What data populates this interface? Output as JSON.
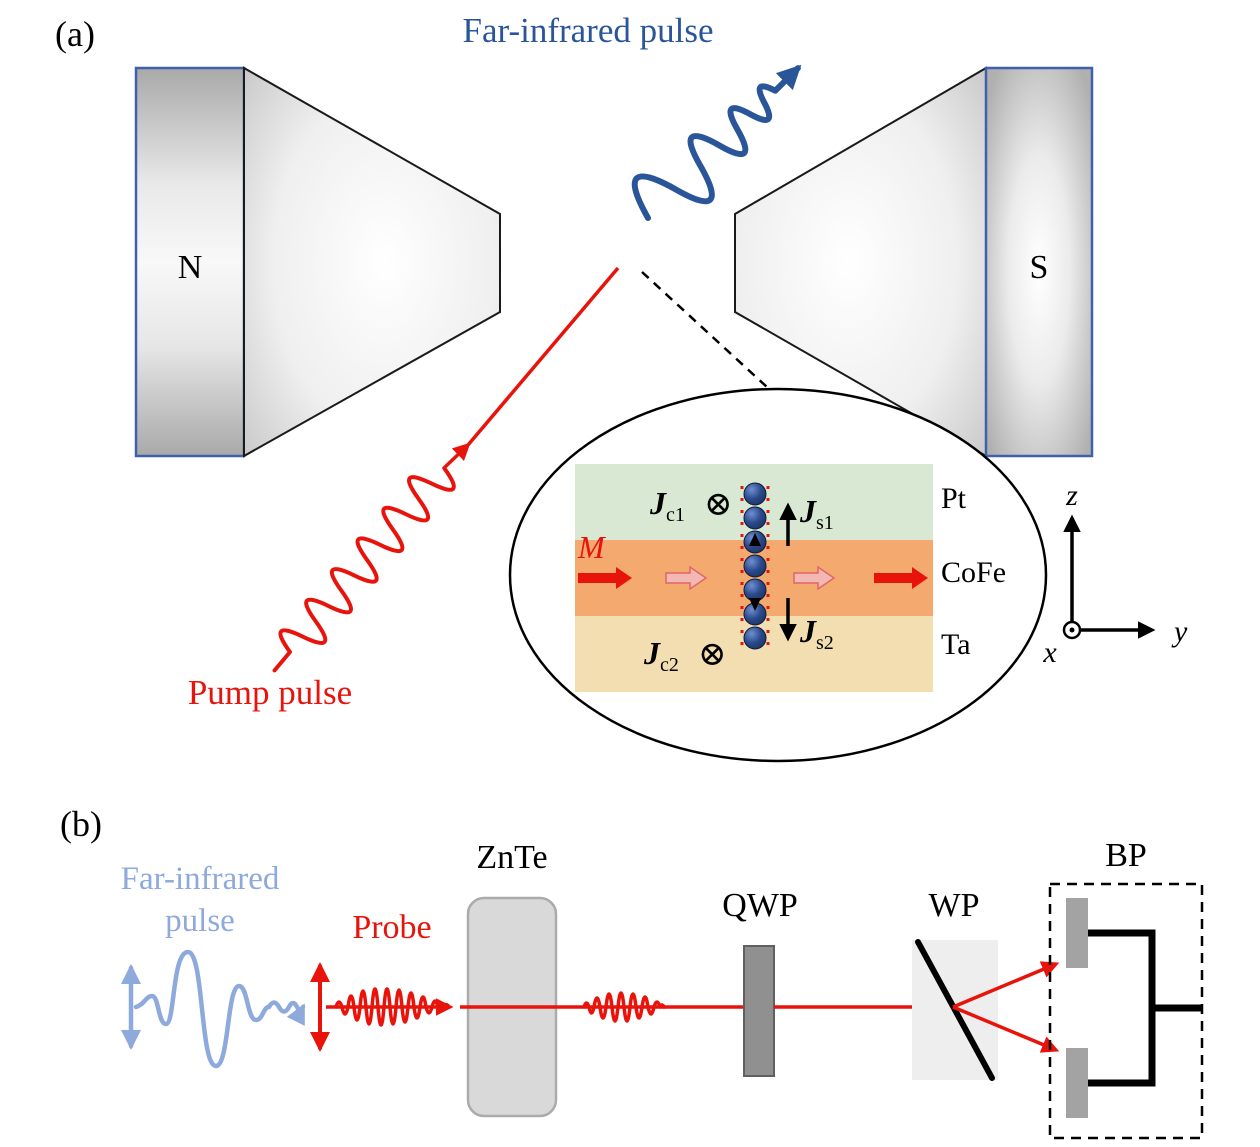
{
  "colors": {
    "red": "#e8140c",
    "dark-blue": "#2a5699",
    "light-blue": "#8ea9db",
    "pt-green": "#d8e8d2",
    "cofe-orange": "#f4a96e",
    "ta-tan": "#f2deb0",
    "plate-border": "#3f61ad",
    "crystal-gray": "#d9d9d9",
    "qwp-gray": "#909090",
    "wp-gray": "#eeeeee",
    "diode-gray": "#a3a3a3",
    "sphere-navy": "#16294f",
    "faded-arrow-fill": "#f4b8b4",
    "faded-arrow-stroke": "#e06666"
  },
  "panel_a": {
    "label": "(a)",
    "far_infrared_pulse_label": "Far-infrared pulse",
    "pump_pulse_label": "Pump pulse",
    "magnet_north_label": "N",
    "magnet_south_label": "S",
    "inset": {
      "layer_labels": [
        "Pt",
        "CoFe",
        "Ta"
      ],
      "magnetization_label": "M",
      "charge_current_1": {
        "symbol": "J",
        "subscript": "c1",
        "direction_glyph": "⊗"
      },
      "charge_current_2": {
        "symbol": "J",
        "subscript": "c2",
        "direction_glyph": "⊗"
      },
      "spin_current_1": {
        "symbol": "J",
        "subscript": "s1"
      },
      "spin_current_2": {
        "symbol": "J",
        "subscript": "s2"
      }
    },
    "axes": {
      "x_label": "x",
      "y_label": "y",
      "z_label": "z"
    }
  },
  "panel_b": {
    "label": "(b)",
    "far_infrared_line1": "Far-infrared",
    "far_infrared_line2": "pulse",
    "probe_label": "Probe",
    "znte_label": "ZnTe",
    "qwp_label": "QWP",
    "wp_label": "WP",
    "bp_label": "BP"
  }
}
